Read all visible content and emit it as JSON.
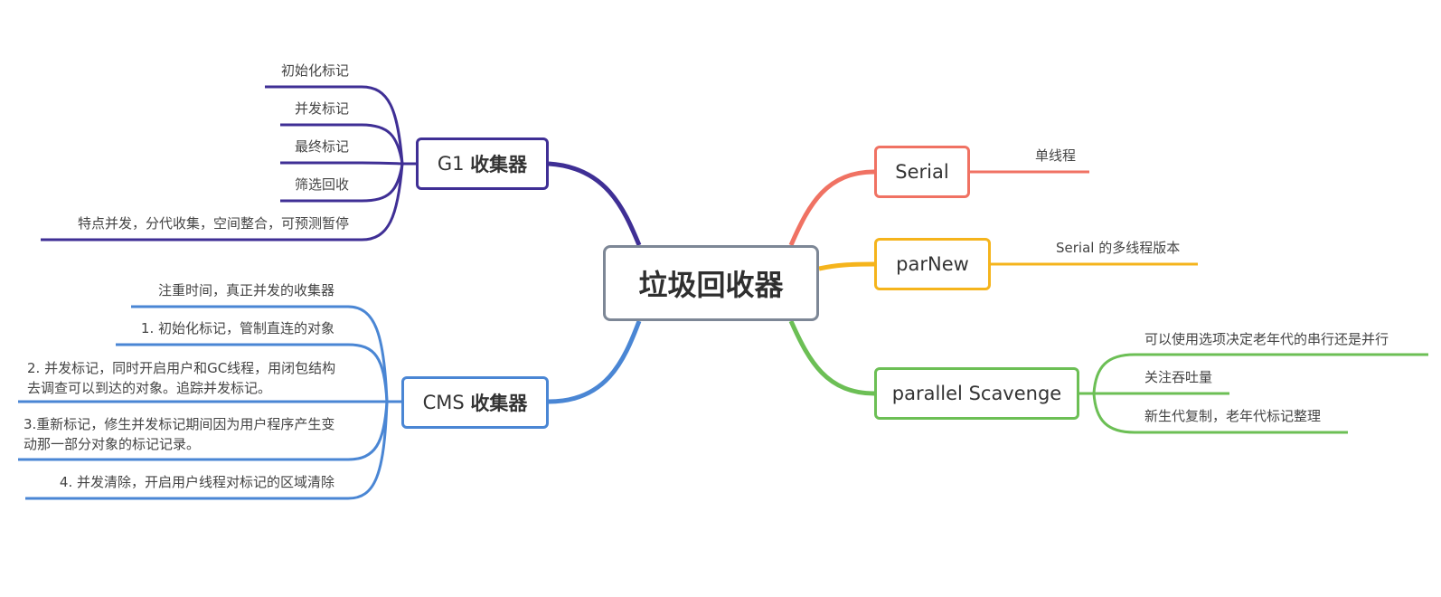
{
  "root": {
    "label": "垃圾回收器"
  },
  "colors": {
    "root_border": "#7d8796",
    "g1": "#3f2f95",
    "cms": "#4a86d4",
    "serial": "#f07263",
    "parnew": "#f5b41c",
    "parallel": "#6cbf55"
  },
  "branches": {
    "g1": {
      "label_prefix": "G1 ",
      "label_bold": "收集器",
      "children": [
        "初始化标记",
        "并发标记",
        "最终标记",
        "筛选回收",
        "特点并发，分代收集，空间整合，可预测暂停"
      ]
    },
    "cms": {
      "label_prefix": "CMS ",
      "label_bold": "收集器",
      "children": [
        "注重时间，真正并发的收集器",
        "1. 初始化标记，管制直连的对象",
        "2. 并发标记，同时开启用户和GC线程，用闭包结构去调查可以到达的对象。追踪并发标记。",
        "3.重新标记，修生并发标记期间因为用户程序产生变动那一部分对象的标记记录。",
        "4. 并发清除，开启用户线程对标记的区域清除"
      ]
    },
    "serial": {
      "label": "Serial",
      "children": [
        "单线程"
      ]
    },
    "parnew": {
      "label": "parNew",
      "children": [
        "Serial 的多线程版本"
      ]
    },
    "parallel": {
      "label": "parallel Scavenge",
      "children": [
        "可以使用选项决定老年代的串行还是并行",
        "关注吞吐量",
        "新生代复制，老年代标记整理"
      ]
    }
  }
}
